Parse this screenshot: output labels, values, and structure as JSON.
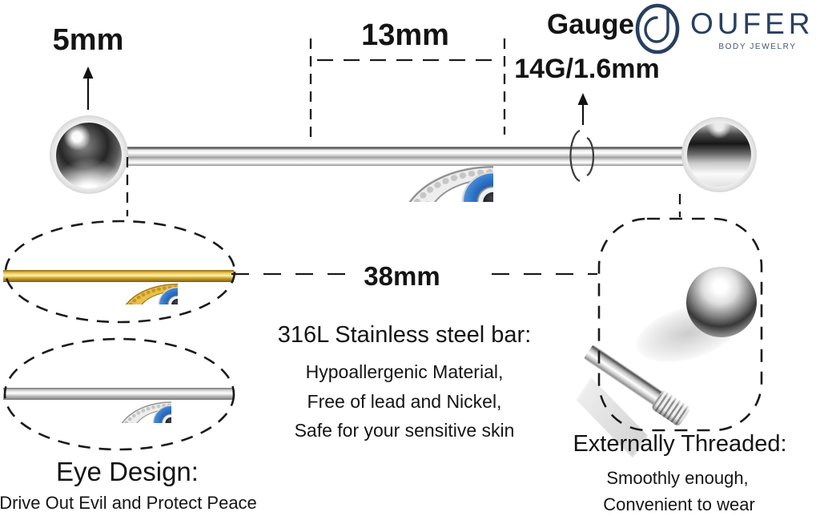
{
  "brand": {
    "name": "OUFER",
    "tagline": "BODY JEWELRY",
    "logo_icon": "oufer-monogram-icon",
    "logo_color": "#27405f"
  },
  "dimensions": {
    "ball_size": "5mm",
    "charm_width": "13mm",
    "gauge_label": "Gauge",
    "gauge_value": "14G/1.6mm",
    "bar_length": "38mm"
  },
  "material": {
    "heading": "316L Stainless steel bar:",
    "lines": [
      "Hypoallergenic Material,",
      "Free of lead and Nickel,",
      "Safe for your sensitive skin"
    ]
  },
  "threading": {
    "heading": "Externally Threaded:",
    "lines": [
      "Smoothly enough,",
      "Convenient to wear"
    ]
  },
  "eye_design": {
    "heading": "Eye Design:",
    "subtext": "Drive Out Evil and Protect Peace"
  },
  "colors": {
    "steel": "#c9c9c9",
    "gold": "#d9a520",
    "eye_blue": "#2a6cc0",
    "pupil_black": "#17181c",
    "guide_line": "#1a1a1a",
    "brand_navy": "#27405f"
  }
}
